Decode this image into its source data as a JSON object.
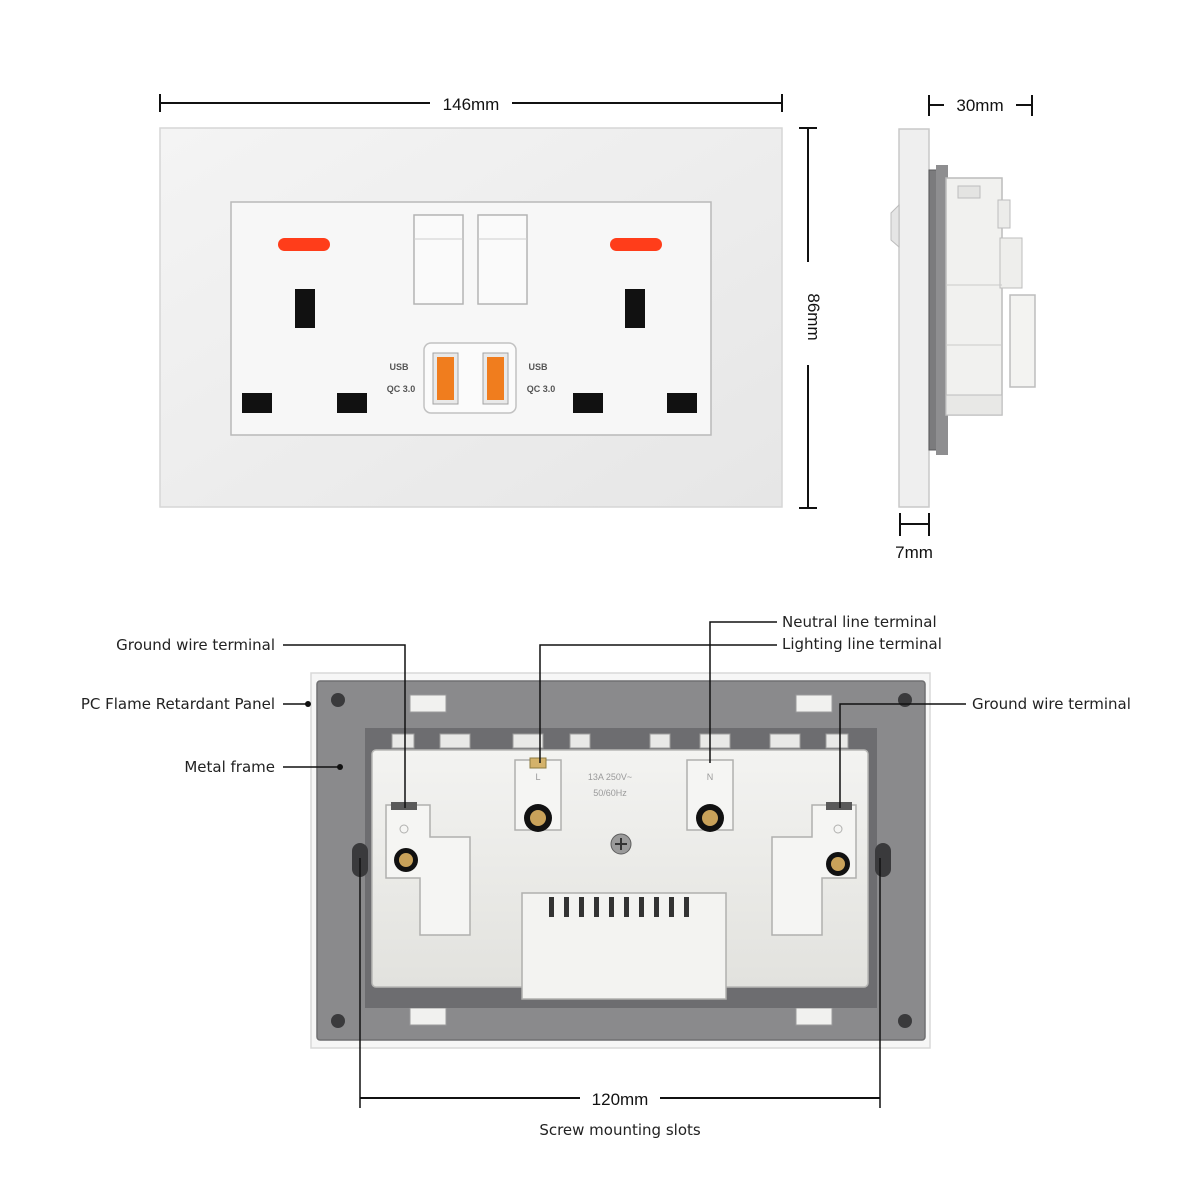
{
  "dimensions": {
    "front_width": "146mm",
    "front_height": "86mm",
    "side_depth": "30mm",
    "panel_thickness": "7mm",
    "screw_spacing": "120mm"
  },
  "front_panel": {
    "usb_left": "USB",
    "usb_left_spec": "QC 3.0",
    "usb_right": "USB",
    "usb_right_spec": "QC 3.0"
  },
  "back_labels": {
    "ground_left": "Ground wire terminal",
    "pc_panel": "PC Flame Retardant Panel",
    "metal_frame": "Metal frame",
    "neutral": "Neutral line terminal",
    "lighting": "Lighting line terminal",
    "ground_right": "Ground wire terminal",
    "screw_slots": "Screw mounting slots"
  },
  "rating_text": {
    "line1": "13A 250V~",
    "line2": "50/60Hz"
  },
  "terminal_marks": {
    "live": "L",
    "neutral": "N"
  },
  "colors": {
    "indicator": "#ff3d1a",
    "usb_port": "#f07d1e",
    "metal_frame": "#8a8a8c"
  }
}
